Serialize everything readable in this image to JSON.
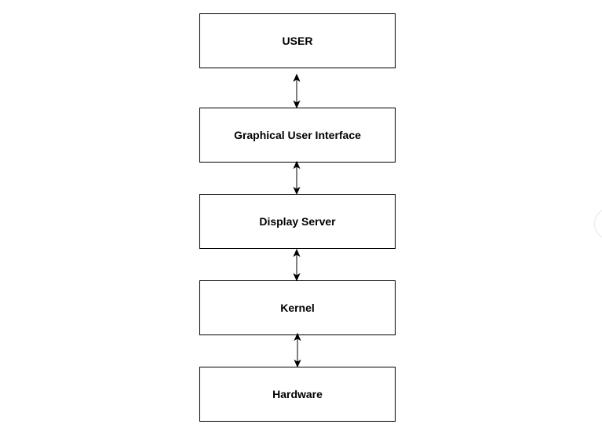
{
  "diagram": {
    "colors": {
      "stroke": "#000000",
      "fill": "#ffffff",
      "text": "#000000"
    },
    "nodes": [
      {
        "id": "user",
        "label": "USER"
      },
      {
        "id": "gui",
        "label": "Graphical User Interface"
      },
      {
        "id": "display-server",
        "label": "Display Server"
      },
      {
        "id": "kernel",
        "label": "Kernel"
      },
      {
        "id": "hardware",
        "label": "Hardware"
      }
    ],
    "edges": [
      {
        "from": "user",
        "to": "gui",
        "direction": "both"
      },
      {
        "from": "gui",
        "to": "display-server",
        "direction": "both"
      },
      {
        "from": "display-server",
        "to": "kernel",
        "direction": "both"
      },
      {
        "from": "kernel",
        "to": "hardware",
        "direction": "both"
      }
    ]
  }
}
